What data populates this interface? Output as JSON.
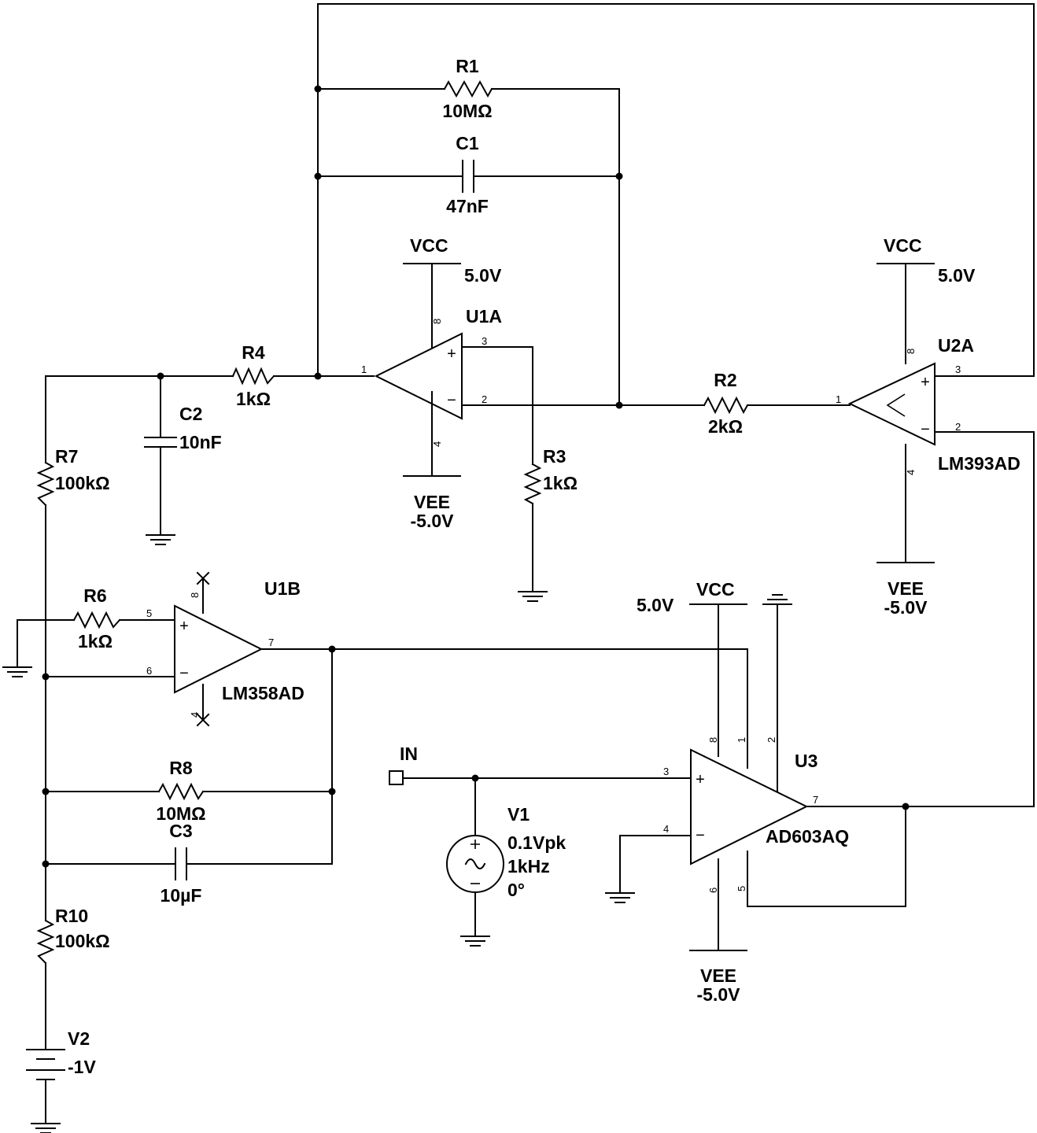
{
  "components": {
    "r1": {
      "ref": "R1",
      "value": "10MΩ"
    },
    "c1": {
      "ref": "C1",
      "value": "47nF"
    },
    "r4": {
      "ref": "R4",
      "value": "1kΩ"
    },
    "c2": {
      "ref": "C2",
      "value": "10nF"
    },
    "r7": {
      "ref": "R7",
      "value": "100kΩ"
    },
    "r3": {
      "ref": "R3",
      "value": "1kΩ"
    },
    "r2": {
      "ref": "R2",
      "value": "2kΩ"
    },
    "u1a": {
      "ref": "U1A"
    },
    "u2a": {
      "ref": "U2A",
      "part": "LM393AD"
    },
    "u1b": {
      "ref": "U1B",
      "part": "LM358AD"
    },
    "r6": {
      "ref": "R6",
      "value": "1kΩ"
    },
    "r8": {
      "ref": "R8",
      "value": "10MΩ"
    },
    "c3": {
      "ref": "C3",
      "value": "10µF"
    },
    "r10": {
      "ref": "R10",
      "value": "100kΩ"
    },
    "v2": {
      "ref": "V2",
      "value": "-1V"
    },
    "v1": {
      "ref": "V1",
      "amplitude": "0.1Vpk",
      "frequency": "1kHz",
      "phase": "0°"
    },
    "u3": {
      "ref": "U3",
      "part": "AD603AQ"
    },
    "in_port": {
      "label": "IN"
    }
  },
  "supplies": {
    "vcc_name": "VCC",
    "vcc_value": "5.0V",
    "vee_name": "VEE",
    "vee_value": "-5.0V"
  },
  "pins": {
    "u1a": {
      "out": "1",
      "plus": "3",
      "minus": "2",
      "vcc": "8",
      "vee": "4"
    },
    "u2a": {
      "out": "1",
      "plus": "3",
      "minus": "2",
      "vcc": "8",
      "vee": "4"
    },
    "u1b": {
      "out": "7",
      "plus": "5",
      "minus": "6",
      "vcc": "8",
      "vee": "4"
    },
    "u3": {
      "out": "7",
      "plus": "3",
      "minus": "4",
      "vcc": "8",
      "vee": "6",
      "p1": "1",
      "p2": "2",
      "p5": "5"
    }
  },
  "symbols": {
    "plus": "+",
    "minus": "−"
  }
}
